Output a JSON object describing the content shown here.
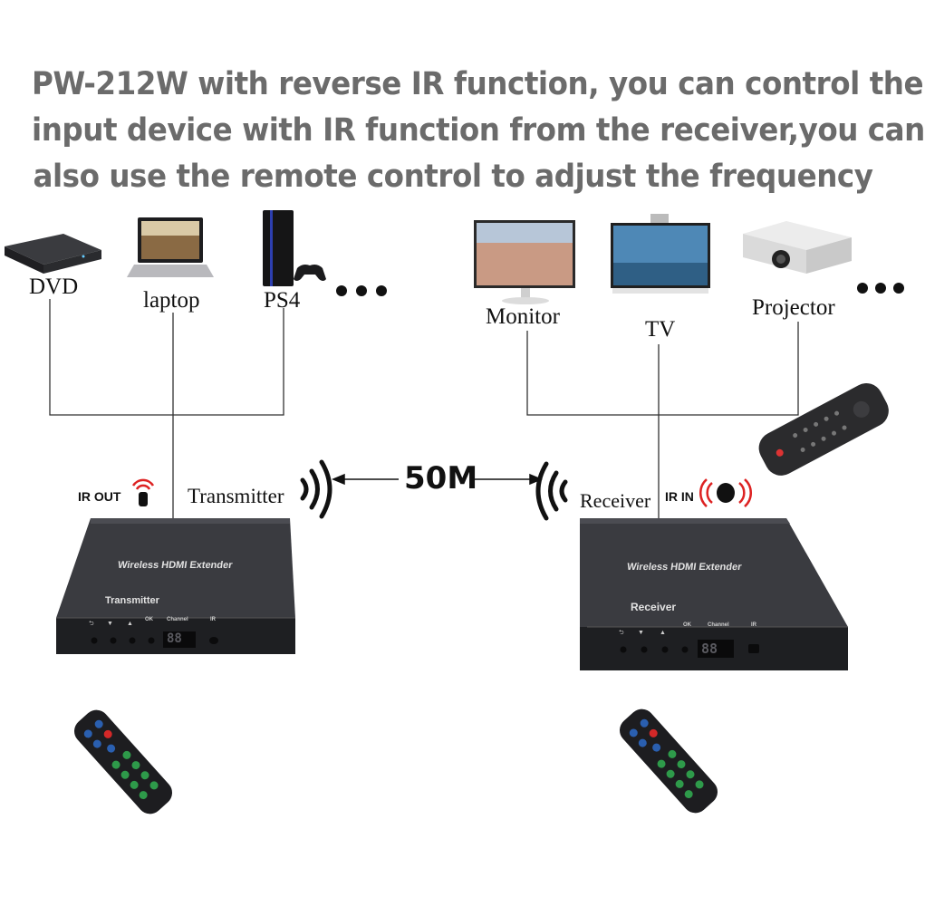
{
  "headline": {
    "line1": "PW-212W with reverse IR function, you can  control the",
    "line2": "input device with IR function from the receiver,you can",
    "line3": "also use the remote control to adjust the frequency"
  },
  "sources": [
    {
      "label": "DVD",
      "icon": "dvd-player-icon"
    },
    {
      "label": "laptop",
      "icon": "laptop-icon"
    },
    {
      "label": "PS4",
      "icon": "ps4-console-icon"
    }
  ],
  "displays": [
    {
      "label": "Monitor",
      "icon": "monitor-icon"
    },
    {
      "label": "TV",
      "icon": "tv-icon"
    },
    {
      "label": "Projector",
      "icon": "projector-icon"
    }
  ],
  "transmitter": {
    "label": "Transmitter",
    "ir_label": "IR OUT",
    "device_title": "Wireless HDMI Extender",
    "device_role": "Transmitter",
    "display": "88",
    "panel_labels": [
      "OK",
      "Channel",
      "IR"
    ]
  },
  "receiver": {
    "label": "Receiver",
    "ir_label": "IR IN",
    "device_title": "Wireless HDMI Extender",
    "device_role": "Receiver",
    "display": "88",
    "panel_labels": [
      "OK",
      "Channel",
      "IR"
    ]
  },
  "distance": "50M",
  "colors": {
    "headline": "#6b6b6b",
    "device": "#2b2c30",
    "remote_green": "#2e9a4a",
    "remote_blue": "#2a5fb0",
    "remote_red": "#d42828"
  }
}
